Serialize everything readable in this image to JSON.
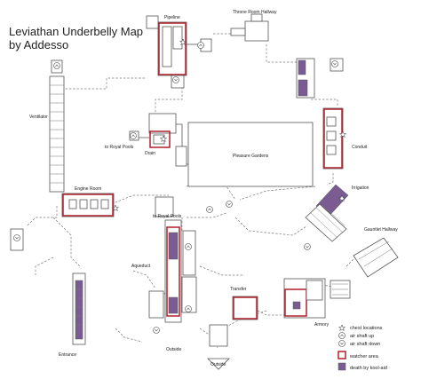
{
  "title": {
    "line1": "Leviathan Underbelly Map",
    "line2": "by Addesso"
  },
  "areas": {
    "pipeline": "Pipeline",
    "throne_room_hallway": "Throne Room Hallway",
    "ventilator": "Ventilator",
    "to_royal_pools_1": "to Royal Pools",
    "drain": "Drain",
    "pleasure_gardens": "Pleasure Gardens",
    "conduit": "Conduit",
    "engine_room": "Engine Room",
    "irrigation": "Irrigation",
    "to_royal_pools_2": "to Royal Pools",
    "gauntlet_hallway": "Gauntlet Hallway",
    "aqueduct": "Aqueduct",
    "transfer": "Transfer",
    "armory": "Armory",
    "entrance": "Entrance",
    "outside_1": "Outside",
    "outside_2": "Outside"
  },
  "legend": {
    "chest": "chest locations",
    "air_up": "air shaft up",
    "air_down": "air shaft down",
    "watcher": "watcher area",
    "death": "death by kool-aid"
  },
  "colors": {
    "watcher_area": "#b0202a",
    "death_area": "#7a5c93",
    "walls": "#555555",
    "paths": "#777777"
  }
}
